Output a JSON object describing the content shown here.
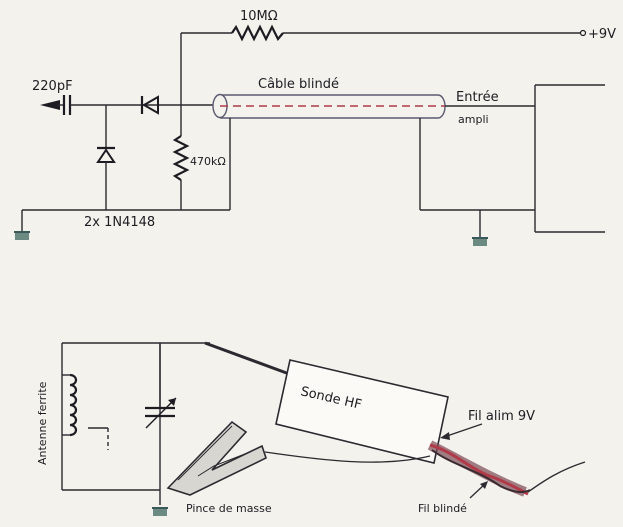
{
  "top_circuit": {
    "resistor_top_label": "10MΩ",
    "supply_label": "+9V",
    "capacitor_label": "220pF",
    "cable_label": "Câble blindé",
    "input_label": "Entrée",
    "input_sub_label": "ampli",
    "resistor_side_label": "470kΩ",
    "diodes_label": "2x 1N4148"
  },
  "bottom_assembly": {
    "antenna_label": "Antenne ferrite",
    "probe_label": "Sonde HF",
    "power_wire_label": "Fil alim 9V",
    "clip_label": "Pince de masse",
    "shielded_wire_label": "Fil blindé"
  },
  "colors": {
    "line": "#2a2a30",
    "accent_red": "#b03a48",
    "ground": "#3a5a5a"
  }
}
